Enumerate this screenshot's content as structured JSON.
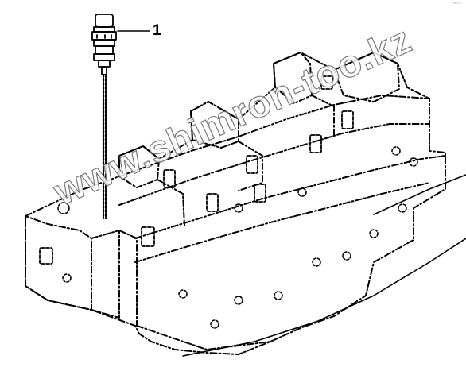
{
  "callout": {
    "number": "1"
  },
  "watermark": {
    "text": "www.shimron-too.kz"
  },
  "corner_mark": {
    "text": "ᶜᵃᵐᵐ"
  },
  "colors": {
    "line": "#000000",
    "watermark_stroke": "#7a7a7a",
    "background": "#ffffff"
  }
}
